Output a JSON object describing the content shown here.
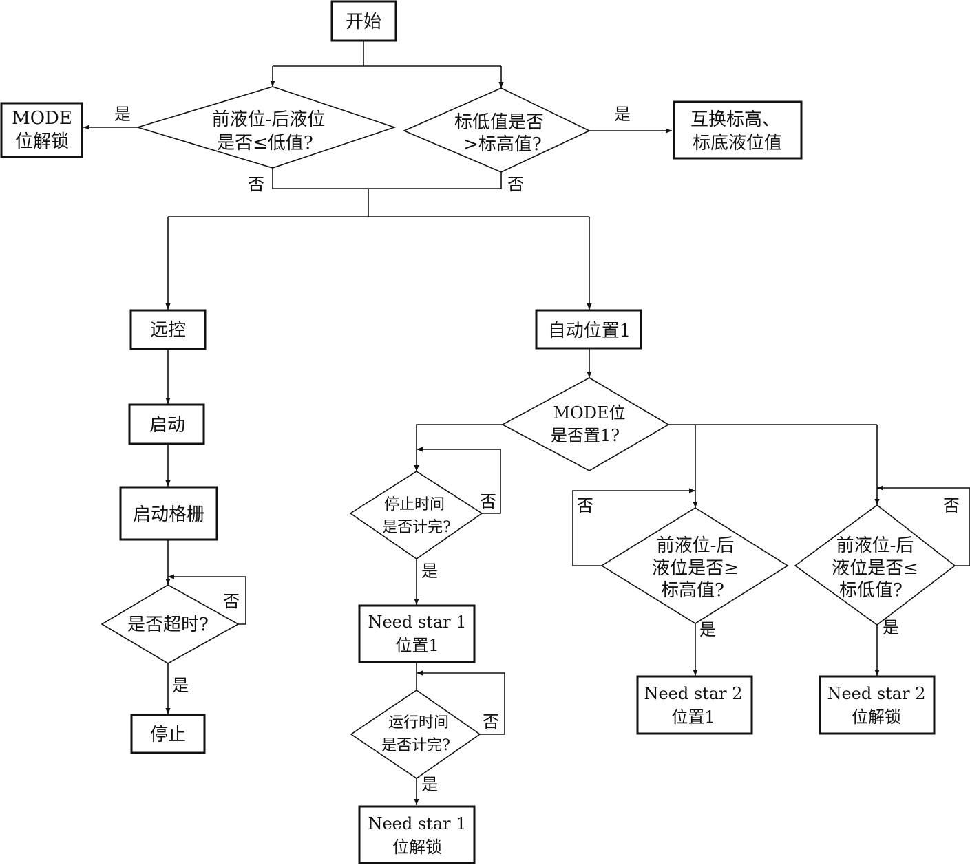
{
  "nodes": {
    "start": "开始",
    "d_left_top": [
      "前液位-后液位",
      "是否≤低值?"
    ],
    "d_right_top": [
      "标低值是否",
      ">标高值?"
    ],
    "mode_unlock": [
      "MODE",
      "位解锁"
    ],
    "swap": [
      "互换标高、",
      "标底液位值"
    ],
    "remote": "远控",
    "startup": "启动",
    "grid": "启动格栅",
    "d_timeout": "是否超时?",
    "stop": "停止",
    "auto1": "自动位置1",
    "d_mode": [
      "MODE位",
      "是否置1?"
    ],
    "d_stoptime": [
      "停止时间",
      "是否计完?"
    ],
    "ns1_pos1": [
      "Need star 1",
      "位置1"
    ],
    "d_runtime": [
      "运行时间",
      "是否计完?"
    ],
    "ns1_unlock": [
      "Need star 1",
      "位解锁"
    ],
    "d_ge": [
      "前液位-后",
      "液位是否≥",
      "标高值?"
    ],
    "d_le": [
      "前液位-后",
      "液位是否≤",
      "标低值?"
    ],
    "ns2_pos1": [
      "Need star 2",
      "位置1"
    ],
    "ns2_unlock": [
      "Need star 2",
      "位解锁"
    ]
  },
  "labels": {
    "yes": "是",
    "no": "否"
  }
}
